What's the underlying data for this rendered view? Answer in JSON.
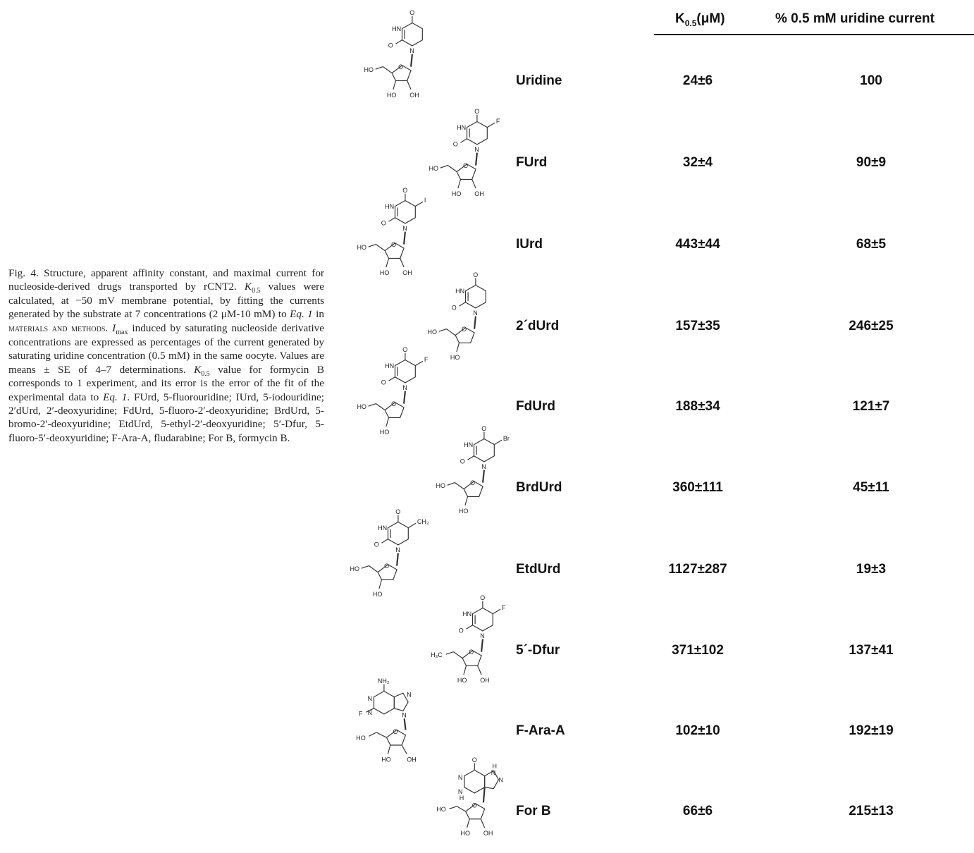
{
  "caption": {
    "part1": "Fig. 4. Structure, apparent affinity constant, and maximal current for nucleoside-derived drugs transported by rCNT2. ",
    "k_sym": "K",
    "k_sub": "0.5",
    "part2": " values were calculated, at −50 mV membrane potential, by fitting the currents generated by the substrate at 7 concentrations (2 μM-10 mM) to ",
    "eq1": "Eq. 1",
    "part3": " in ",
    "methods": "materials and methods",
    "part4": ". ",
    "imax_sym": "I",
    "imax_sub": "max",
    "part5": " induced by saturating nucleoside derivative concentrations are expressed as percentages of the current generated by saturating uridine concentration (0.5 mM) in the same oocyte. Values are means ± SE of 4–7 determinations. ",
    "k_sym2": "K",
    "k_sub2": "0.5",
    "part6": " value for formycin B corresponds to 1 experiment, and its error is the error of the fit of the experimental data to ",
    "eq1b": "Eq. 1",
    "part7": ". FUrd, 5-fluorouridine; IUrd, 5-iodouridine; 2′dUrd, 2′-deoxyuridine; FdUrd, 5-fluoro-2′-deoxyuridine; BrdUrd, 5-bromo-2′-deoxyuridine; EtdUrd, 5-ethyl-2′-deoxyuridine; 5′-Dfur, 5-fluoro-5′-deoxyuridine; F-Ara-A, fludarabine; For B, formycin B."
  },
  "table": {
    "header_k": "K",
    "header_k_sub": "0.5",
    "header_k_unit": "(μM)",
    "header_current": "% 0.5 mM uridine current",
    "rows": [
      {
        "name": "Uridine",
        "k": "24±6",
        "current": "100"
      },
      {
        "name": "FUrd",
        "k": "32±4",
        "current": "90±9"
      },
      {
        "name": "IUrd",
        "k": "443±44",
        "current": "68±5"
      },
      {
        "name": "2´dUrd",
        "k": "157±35",
        "current": "246±25"
      },
      {
        "name": "FdUrd",
        "k": "188±34",
        "current": "121±7"
      },
      {
        "name": "BrdUrd",
        "k": "360±111",
        "current": "45±11"
      },
      {
        "name": "EtdUrd",
        "k": "1127±287",
        "current": "19±3"
      },
      {
        "name": "5´-Dfur",
        "k": "371±102",
        "current": "137±41"
      },
      {
        "name": "F-Ara-A",
        "k": "102±10",
        "current": "192±19"
      },
      {
        "name": "For B",
        "k": "66±6",
        "current": "215±13"
      }
    ]
  },
  "atoms": {
    "O": "O",
    "HN": "HN",
    "N": "N",
    "H": "H",
    "HO": "HO",
    "OH": "OH",
    "F": "F",
    "I": "I",
    "Br": "Br",
    "CH3": "CH₃",
    "H3C": "H₃C",
    "NH2": "NH₂"
  }
}
